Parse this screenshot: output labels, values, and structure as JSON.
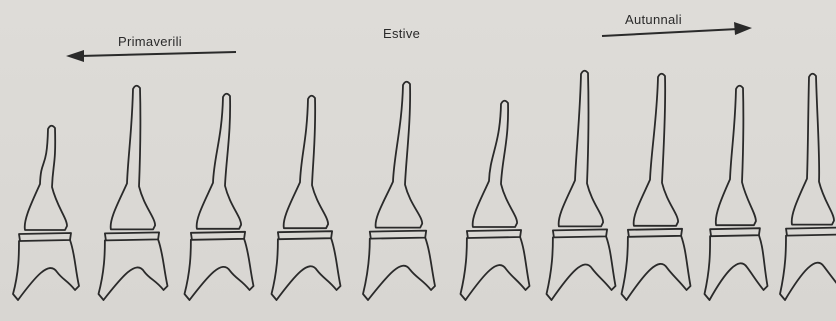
{
  "labels": {
    "spring": "Primaverili",
    "summer": "Estive",
    "autumn": "Autunnali"
  },
  "specimen_count": 10
}
